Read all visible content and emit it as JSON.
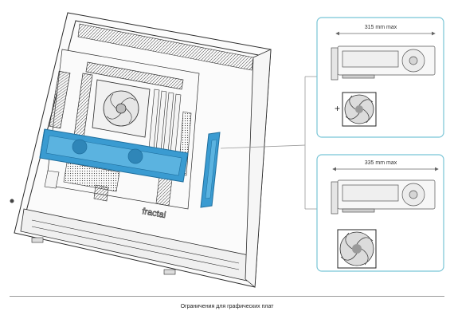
{
  "figure": {
    "brand_mark": "fractal",
    "colors": {
      "highlight": "#3a9bd1",
      "highlight_dark": "#1f6f9e",
      "callout_border": "#78c5d6",
      "outline": "#2b2b2b"
    },
    "callouts": [
      {
        "label": "315 mm max",
        "fan": "offset-fan",
        "plus_sign": "+"
      },
      {
        "label": "335 mm max",
        "fan": "centered-fan"
      }
    ]
  },
  "caption": "Ограничения для графических плат"
}
